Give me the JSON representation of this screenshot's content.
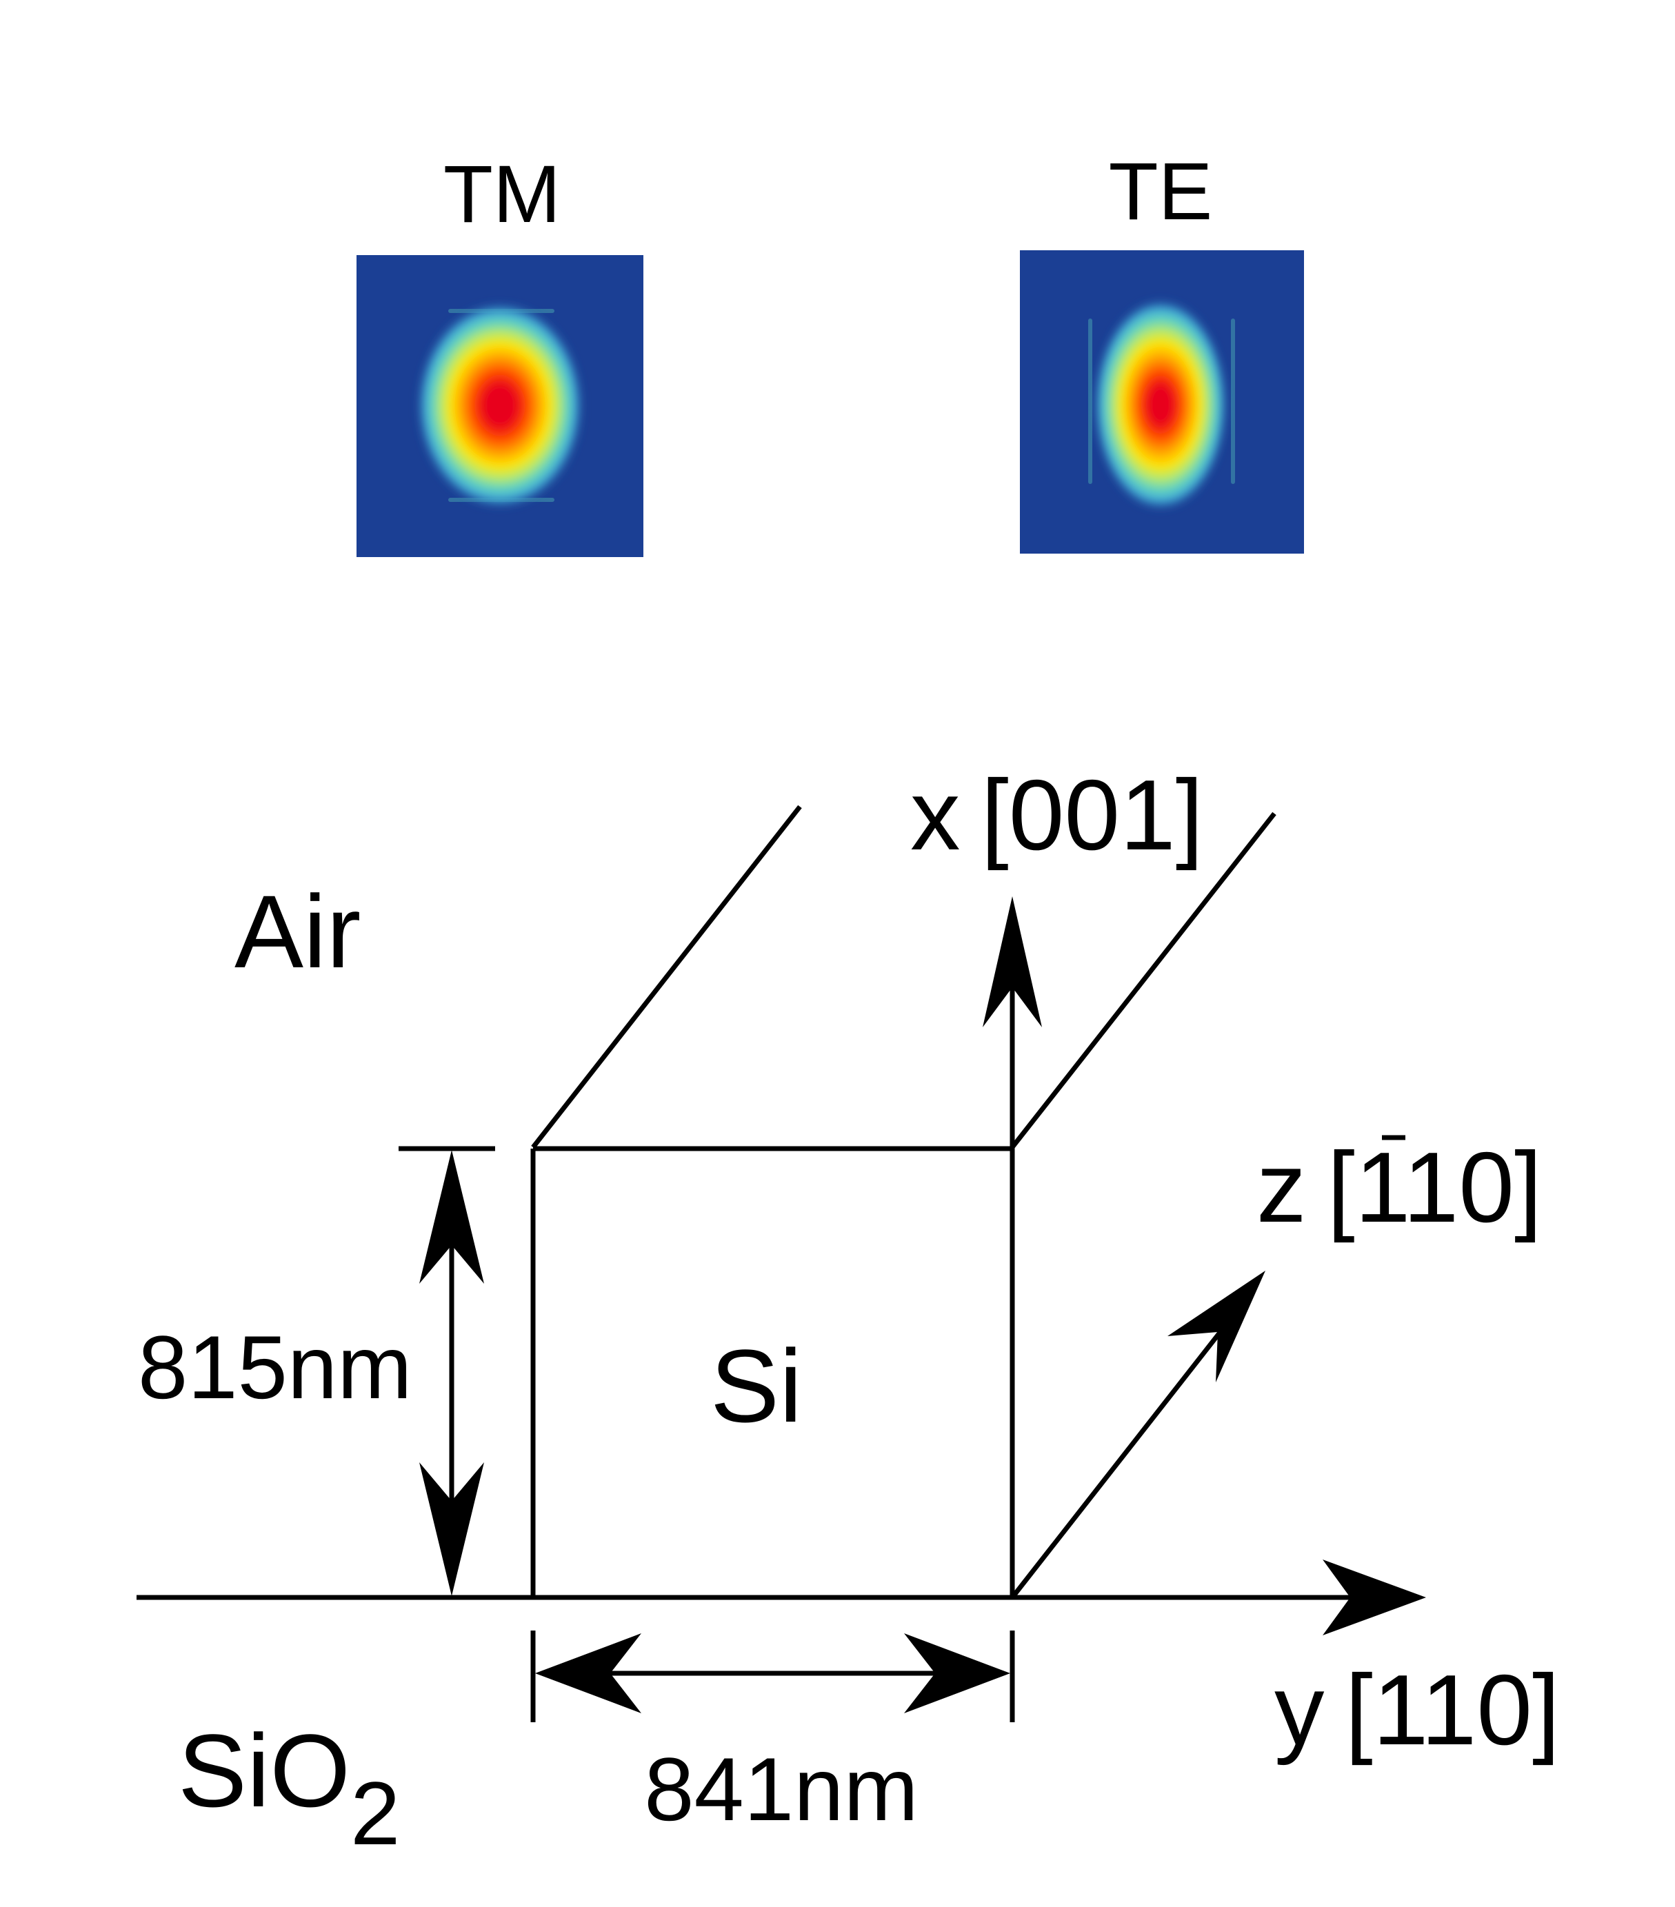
{
  "modes": [
    {
      "label": "TM",
      "aspect": "round"
    },
    {
      "label": "TE",
      "aspect": "tall"
    }
  ],
  "regions": {
    "air": "Air",
    "core": "Si",
    "substrate_main": "SiO",
    "substrate_sub": "2"
  },
  "dimensions": {
    "height": "815nm",
    "width": "841nm"
  },
  "axes": {
    "x": {
      "letter": "x",
      "bracket_open": "[",
      "index": "001",
      "bracket_close": "]"
    },
    "z": {
      "letter": "z",
      "bracket_open": "[",
      "index_bar": "1",
      "index_rest": "10",
      "bracket_close": "]"
    },
    "y": {
      "letter": "y",
      "bracket_open": "[",
      "index": "110",
      "bracket_close": "]"
    }
  },
  "colors": {
    "mode_background": "#1b3f94",
    "mode_ramp": [
      "#1b3f94",
      "#2f6bc4",
      "#3fa7d8",
      "#5fd3c0",
      "#b7e96a",
      "#ffe400",
      "#ffa200",
      "#ff4a00",
      "#e8001c"
    ],
    "lines": "#000000"
  }
}
